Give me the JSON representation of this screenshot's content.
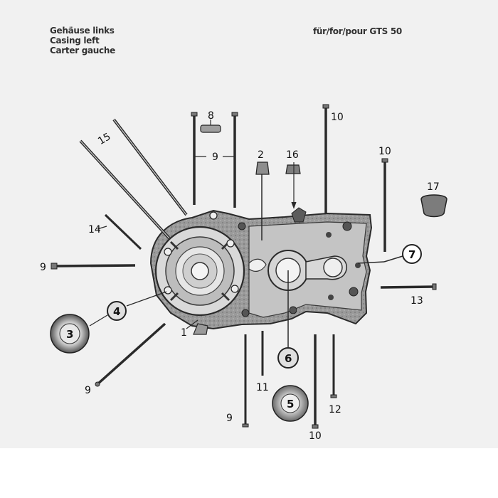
{
  "header": {
    "title_de": "Gehäuse links",
    "title_en": "Casing left",
    "title_fr": "Carter gauche",
    "model": "für/for/pour GTS 50"
  },
  "callouts": {
    "c1": "1",
    "c2": "2",
    "c3": "3",
    "c4": "4",
    "c5": "5",
    "c6": "6",
    "c7": "7",
    "c8": "8",
    "c9a": "9",
    "c9b": "9",
    "c9c": "9",
    "c9d": "9",
    "c10a": "10",
    "c10b": "10",
    "c10c": "10",
    "c11": "11",
    "c12": "12",
    "c13": "13",
    "c14": "14",
    "c15": "15",
    "c16": "16",
    "c17": "17"
  },
  "colors": {
    "paper": "#f1f1f1",
    "ink": "#2a2a2a",
    "casing": "#8a8a8a"
  }
}
